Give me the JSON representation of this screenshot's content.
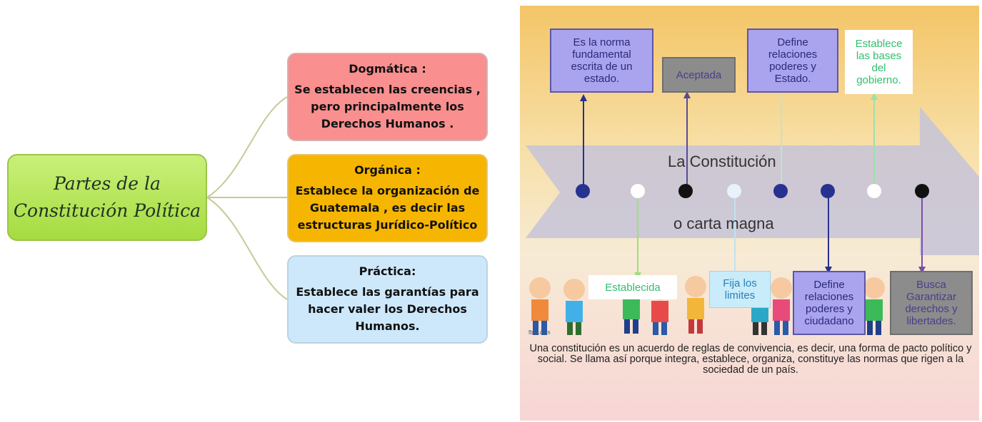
{
  "left_diagram": {
    "root": "Partes de la\nConstitución Política",
    "parts": [
      {
        "title": "Dogmática :",
        "description": "Se establecen las creencias , pero principalmente los Derechos Humanos ."
      },
      {
        "title": "Orgánica :",
        "description": "Establece la organización de Guatemala , es decir las estructuras Jurídico-Político"
      },
      {
        "title": "Práctica:",
        "description": "Establece las garantías para hacer valer los Derechos Humanos."
      }
    ]
  },
  "right_infographic": {
    "headline": "La Constitución",
    "subline": "o carta  magna",
    "top_labels": [
      "Es la norma\nfundamental\nescrita de un\nestado.",
      "Aceptada",
      "Define\nrelaciones\npoderes y\nEstado.",
      "Establece\nlas bases\ndel\ngobierno."
    ],
    "bottom_labels": [
      "Establecida",
      "Fija los\nlimites",
      "Define\nrelaciones\npoderes y\nciudadano",
      "Busca\nGarantizar\nderechos y\nlibertades."
    ],
    "image_credit": "fbot.com",
    "summary": "Una constitución es un acuerdo de reglas de convivencia, es decir, una forma de pacto político y social. Se llama así porque integra, establece, organiza, constituye las normas que rigen a la sociedad de un país.",
    "colors": {
      "dot_navy": "#27318f",
      "dot_black": "#111111",
      "dot_white": "#ffffff",
      "lavender_box": "#aaa4ee",
      "gray_box": "#8c8c8c",
      "green_text": "#2fbf6f"
    }
  }
}
